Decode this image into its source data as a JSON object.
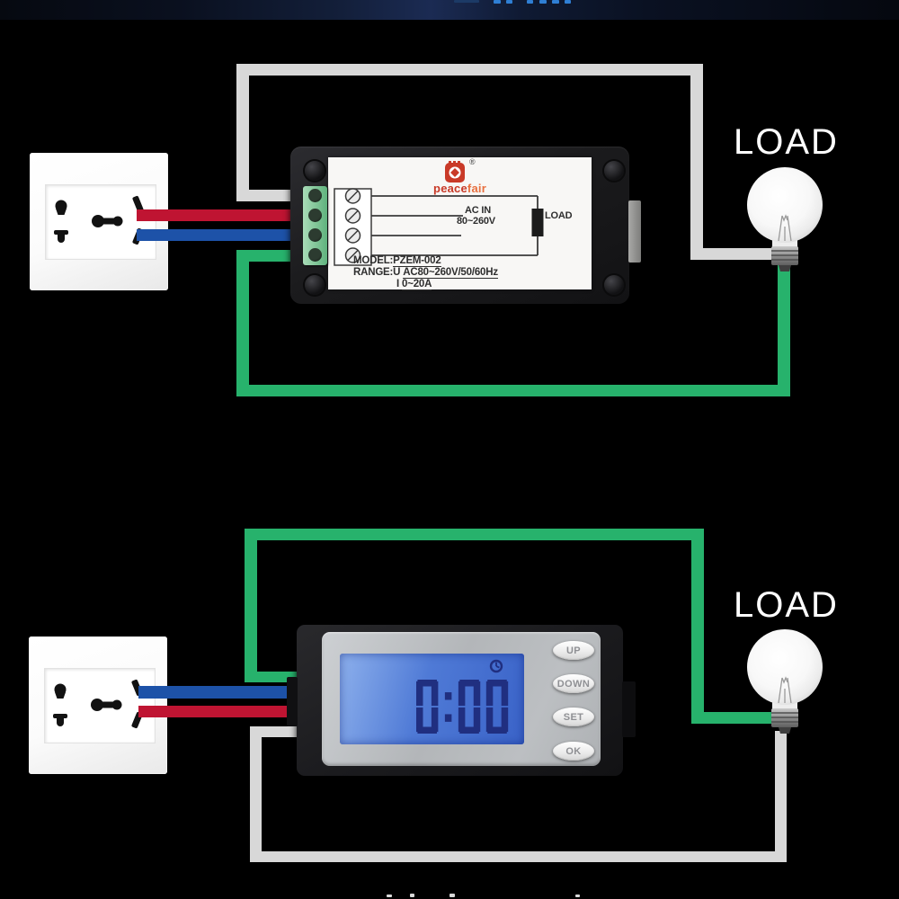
{
  "colors": {
    "background": "#000000",
    "wire_live_red": "#bf1432",
    "wire_neutral_blue": "#1d52a8",
    "wire_load_green": "#27b26c",
    "wire_neutral_gray": "#d8d8d8",
    "lcd_screen_blue": "#4f7ad6",
    "lcd_digit_navy": "#202f80",
    "terminal_block_green": "#5fb27d",
    "label_white": "#f8f7f5",
    "brand_red": "#c93a28",
    "brand_orange": "#e8703f",
    "footer_banner_blue": "#2a6aa3",
    "load_text_white": "#ffffff"
  },
  "top_diagram": {
    "meter": {
      "brand_peace": "peace",
      "brand_fair": "fair",
      "registered_mark": "®",
      "ac_in_line1": "AC IN",
      "ac_in_line2": "80~260V",
      "internal_load_label": "LOAD",
      "model_prefix": "MODEL:",
      "model_value": "PZEM-002",
      "range_prefix": "RANGE:U",
      "range_value": "AC80~260V/50/60Hz",
      "current_prefix": "I",
      "current_value": "0~20A"
    },
    "load_label": "LOAD"
  },
  "bottom_diagram": {
    "meter": {
      "display_value": "0:00",
      "buttons": [
        {
          "label": "UP"
        },
        {
          "label": "DOWN"
        },
        {
          "label": "SET"
        },
        {
          "label": "OK"
        }
      ]
    },
    "load_label": "LOAD"
  }
}
